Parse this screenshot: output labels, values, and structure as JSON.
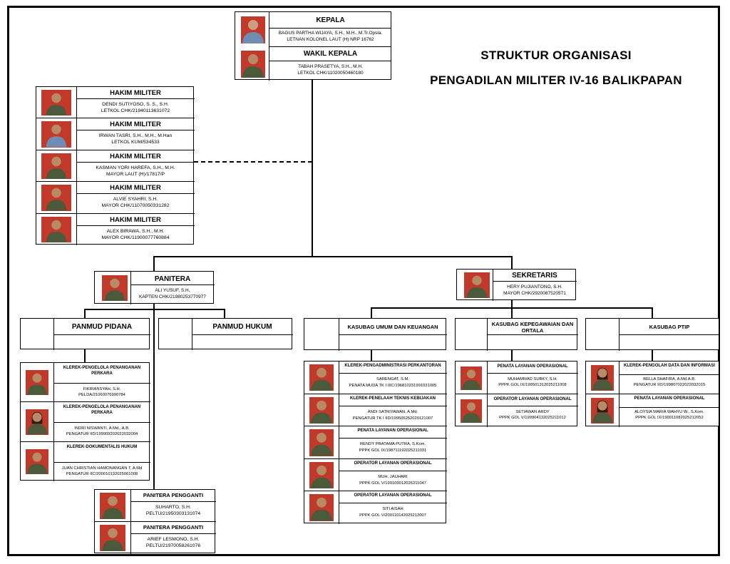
{
  "title": {
    "line1": "STRUKTUR ORGANISASI",
    "line2": "PENGADILAN MILITER IV-16 BALIKPAPAN"
  },
  "colors": {
    "photo_bg_red": "#c0392b",
    "uniform_green": "#4a5a3a",
    "uniform_blue": "#6f8db3",
    "line": "#000000"
  },
  "kepala": {
    "role": "KEPALA",
    "name": "BAGUS PARTHA WIJAYA, S.H., M.H., M.Tr.Opsla.",
    "rank": "LETNAN KOLONEL LAUT (H) NRP 16762"
  },
  "wakil": {
    "role": "WAKIL KEPALA",
    "name": "TABAH PRASETYA, S.H., M.H.",
    "rank": "LETKOL CHK/11020050460180"
  },
  "hakim": [
    {
      "role": "HAKIM MILITER",
      "name": "DENDI SUTIYOSO, S. S., S.H.",
      "rank": "LETKOL CHK/21940113631072"
    },
    {
      "role": "HAKIM MILITER",
      "name": "IRWAN TASRI, S.H., M.H., M.Han",
      "rank": "LETKOL KUM/534533"
    },
    {
      "role": "HAKIM MILITER",
      "name": "KASMAN YORI HAREFA, S.H., M.H.",
      "rank": "MAYOR LAUT (H)/17817/P"
    },
    {
      "role": "HAKIM MILITER",
      "name": "ALVIE SYAHRI, S.H.",
      "rank": "MAYOR CHK/11070050331282"
    },
    {
      "role": "HAKIM MILITER",
      "name": "ALEX BIRAWA, S.H., M.H.",
      "rank": "MAYOR CHK/11900077760884"
    }
  ],
  "panitera": {
    "role": "PANITERA",
    "name": "ALI YUSUF, S.H.",
    "rank": "KAPTEN CHK/21980253770977"
  },
  "sekretaris": {
    "role": "SEKRETARIS",
    "name": "HERY PUJIANTONO, S.H.",
    "rank": "MAYOR CHK/2920087520571"
  },
  "panmud_pidana": {
    "role": "PANMUD PIDANA"
  },
  "panmud_hukum": {
    "role": "PANMUD HUKUM"
  },
  "kasubag_umum": {
    "role": "KASUBAG UMUM DAN KEUANGAN"
  },
  "kasubag_kepeg": {
    "role": "KASUBAG KEPEGAWAIAN DAN ORTALA"
  },
  "kasubag_ptip": {
    "role": "KASUBAG PTIP"
  },
  "pidana_staff": [
    {
      "role": "KLEREK-PENGELOLA PENANGANAN PERKARA",
      "name": "FIKRIANSYAH, S.H.",
      "rank": "PELDA/21060076990784"
    },
    {
      "role": "KLEREK-PENGELOLA PENANGANAN PERKARA",
      "name": "INDRI NISWANTI, A.Md., A.B.",
      "rank": "PENGATUR IID/199909202022032004"
    },
    {
      "role": "KLEREK-DOKUMENTALIS HUKUM",
      "name": "JUAN CHRISTIAN HAMONANGAN T, A.Md",
      "rank": "PENGATUR IIC/200010132025061008"
    }
  ],
  "pengganti": [
    {
      "role": "PANITERA PENGGANTI",
      "name": "SUHARTO, S.H.",
      "rank": "PELTU/21950303131074"
    },
    {
      "role": "PANITERA PENGGANTI",
      "name": "ARIEF LESMONO, S.H.",
      "rank": "PELTU/21970058261076"
    }
  ],
  "umum_staff": [
    {
      "role": "KLEREK-PENGADMINISTRASI PERKANTORAN",
      "name": "SARENGAT, S.M.",
      "rank": "PENATA MUDA TK I IIIC/196810231991031005"
    },
    {
      "role": "KLEREK-PENELAAH TEKNIS KEBIJAKAN",
      "name": "ANDI SATRIYAWAN, A.Md.",
      "rank": "PENGATUR TK I IID/199506252020121007"
    },
    {
      "role": "PENATA LAYANAN OPERASIONAL",
      "name": "RENDY PRATAMA PUTRA, S.Kom.",
      "rank": "PPPK GOL IX/198711192025211031"
    },
    {
      "role": "OPERATOR LAYANAN OPERASIONAL",
      "name": "MUH. JAUHARI",
      "rank": "PPPK GOL V/199109012025211047"
    },
    {
      "role": "OPERATOR LAYANAN OPERASIONAL",
      "name": "SITI AISAH",
      "rank": "PPPK GOL V/200110142025212007"
    }
  ],
  "kepeg_staff": [
    {
      "role": "PENATA LAYANAN OPERASIONAL",
      "name": "MUHAMMAD SUBKY, S.H.",
      "rank": "PPPK GOL IX/199501312025211008"
    },
    {
      "role": "OPERATOR LAYANAN OPERASIONAL",
      "name": "SETIAWAN ARDY",
      "rank": "PPPK GOL V/199904132025211012"
    }
  ],
  "ptip_staff": [
    {
      "role": "KLEREK-PENGOLAH DATA DAN INFORMASI",
      "name": "BELLA SHAFIRA, A.Md.A.B.",
      "rank": "PENGATUR IID/199807022022032015"
    },
    {
      "role": "PENATA LAYANAN OPERASIONAL",
      "name": "ALOYSIA MARIA WAHYU W., S.Kom.",
      "rank": "PPPK GOL IX/199011082025212052"
    }
  ]
}
